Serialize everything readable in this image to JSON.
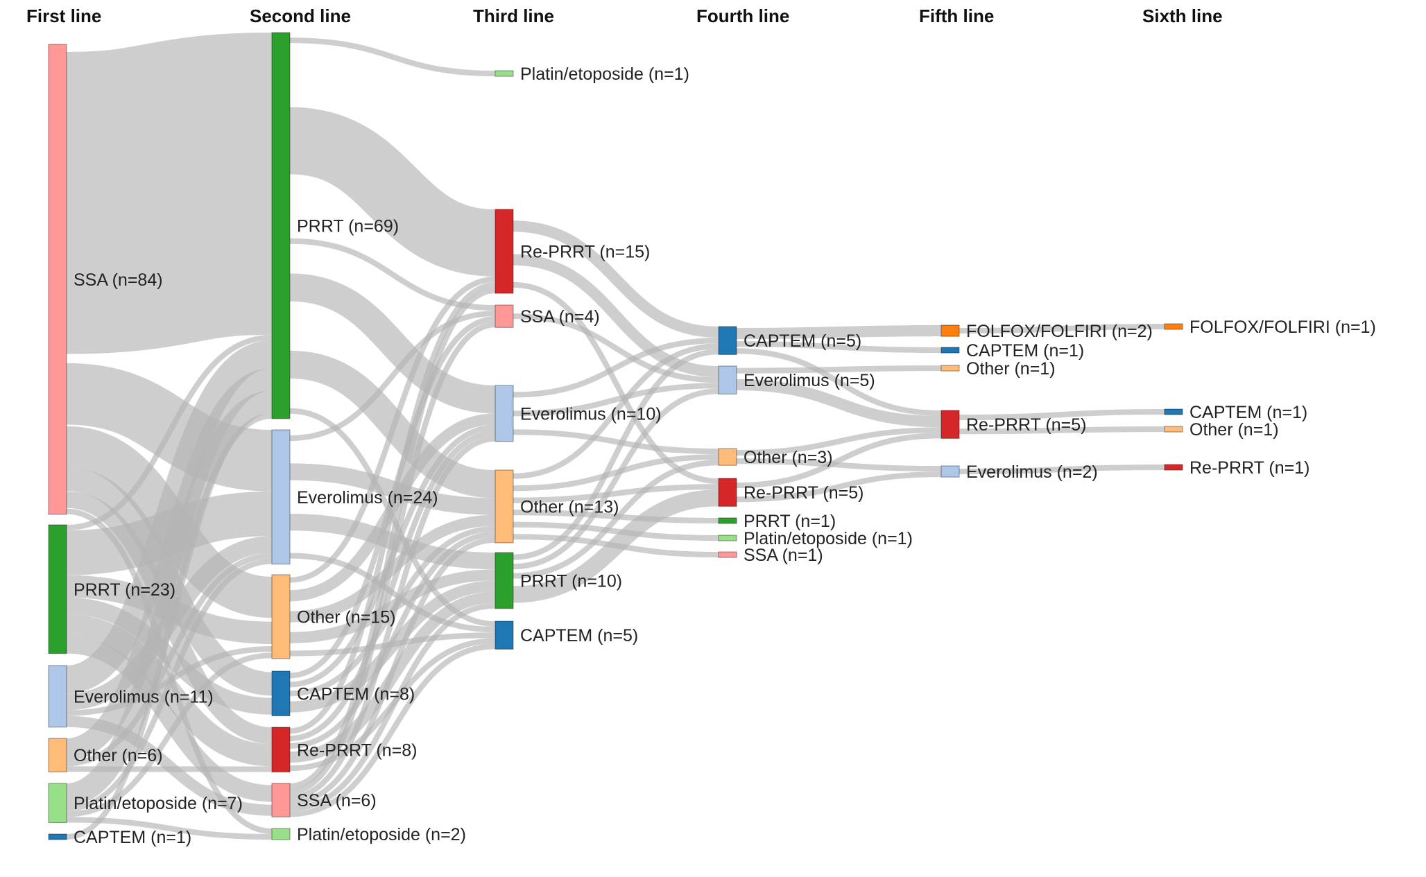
{
  "columns": [
    "First line",
    "Second line",
    "Third line",
    "Fourth line",
    "Fifth line",
    "Sixth line"
  ],
  "colors": {
    "SSA": "#ff9896",
    "PRRT": "#2ca02c",
    "Everolimus": "#aec7e8",
    "Other": "#ffbb78",
    "Platin/etoposide": "#98df8a",
    "CAPTEM": "#1f77b4",
    "Re-PRRT": "#d62728",
    "FOLFOX/FOLFIRI": "#ff7f0e"
  },
  "chart_data": {
    "type": "sankey",
    "nodes": [
      {
        "id": "L1_SSA",
        "col": 0,
        "name": "SSA",
        "label": "SSA (n=84)",
        "value": 84
      },
      {
        "id": "L1_PRRT",
        "col": 0,
        "name": "PRRT",
        "label": "PRRT (n=23)",
        "value": 23
      },
      {
        "id": "L1_EVE",
        "col": 0,
        "name": "Everolimus",
        "label": "Everolimus (n=11)",
        "value": 11
      },
      {
        "id": "L1_OTH",
        "col": 0,
        "name": "Other",
        "label": "Other (n=6)",
        "value": 6
      },
      {
        "id": "L1_PLA",
        "col": 0,
        "name": "Platin/etoposide",
        "label": "Platin/etoposide (n=7)",
        "value": 7
      },
      {
        "id": "L1_CAP",
        "col": 0,
        "name": "CAPTEM",
        "label": "CAPTEM (n=1)",
        "value": 1
      },
      {
        "id": "L2_PRRT",
        "col": 1,
        "name": "PRRT",
        "label": "PRRT (n=69)",
        "value": 69
      },
      {
        "id": "L2_EVE",
        "col": 1,
        "name": "Everolimus",
        "label": "Everolimus (n=24)",
        "value": 24
      },
      {
        "id": "L2_OTH",
        "col": 1,
        "name": "Other",
        "label": "Other (n=15)",
        "value": 15
      },
      {
        "id": "L2_CAP",
        "col": 1,
        "name": "CAPTEM",
        "label": "CAPTEM (n=8)",
        "value": 8
      },
      {
        "id": "L2_RE",
        "col": 1,
        "name": "Re-PRRT",
        "label": "Re-PRRT (n=8)",
        "value": 8
      },
      {
        "id": "L2_SSA",
        "col": 1,
        "name": "SSA",
        "label": "SSA (n=6)",
        "value": 6
      },
      {
        "id": "L2_PLA",
        "col": 1,
        "name": "Platin/etoposide",
        "label": "Platin/etoposide (n=2)",
        "value": 2
      },
      {
        "id": "L3_PLA",
        "col": 2,
        "name": "Platin/etoposide",
        "label": "Platin/etoposide (n=1)",
        "value": 1
      },
      {
        "id": "L3_RE",
        "col": 2,
        "name": "Re-PRRT",
        "label": "Re-PRRT (n=15)",
        "value": 15
      },
      {
        "id": "L3_SSA",
        "col": 2,
        "name": "SSA",
        "label": "SSA (n=4)",
        "value": 4
      },
      {
        "id": "L3_EVE",
        "col": 2,
        "name": "Everolimus",
        "label": "Everolimus (n=10)",
        "value": 10
      },
      {
        "id": "L3_OTH",
        "col": 2,
        "name": "Other",
        "label": "Other (n=13)",
        "value": 13
      },
      {
        "id": "L3_PRRT",
        "col": 2,
        "name": "PRRT",
        "label": "PRRT (n=10)",
        "value": 10
      },
      {
        "id": "L3_CAP",
        "col": 2,
        "name": "CAPTEM",
        "label": "CAPTEM (n=5)",
        "value": 5
      },
      {
        "id": "L4_CAP",
        "col": 3,
        "name": "CAPTEM",
        "label": "CAPTEM (n=5)",
        "value": 5
      },
      {
        "id": "L4_EVE",
        "col": 3,
        "name": "Everolimus",
        "label": "Everolimus (n=5)",
        "value": 5
      },
      {
        "id": "L4_OTH",
        "col": 3,
        "name": "Other",
        "label": "Other (n=3)",
        "value": 3
      },
      {
        "id": "L4_RE",
        "col": 3,
        "name": "Re-PRRT",
        "label": "Re-PRRT (n=5)",
        "value": 5
      },
      {
        "id": "L4_PRRT",
        "col": 3,
        "name": "PRRT",
        "label": "PRRT (n=1)",
        "value": 1
      },
      {
        "id": "L4_PLA",
        "col": 3,
        "name": "Platin/etoposide",
        "label": "Platin/etoposide (n=1)",
        "value": 1
      },
      {
        "id": "L4_SSA",
        "col": 3,
        "name": "SSA",
        "label": "SSA (n=1)",
        "value": 1
      },
      {
        "id": "L5_FOL",
        "col": 4,
        "name": "FOLFOX/FOLFIRI",
        "label": "FOLFOX/FOLFIRI (n=2)",
        "value": 2
      },
      {
        "id": "L5_CAP",
        "col": 4,
        "name": "CAPTEM",
        "label": "CAPTEM (n=1)",
        "value": 1
      },
      {
        "id": "L5_OTH",
        "col": 4,
        "name": "Other",
        "label": "Other (n=1)",
        "value": 1
      },
      {
        "id": "L5_RE",
        "col": 4,
        "name": "Re-PRRT",
        "label": "Re-PRRT (n=5)",
        "value": 5
      },
      {
        "id": "L5_EVE",
        "col": 4,
        "name": "Everolimus",
        "label": "Everolimus (n=2)",
        "value": 2
      },
      {
        "id": "L6_FOL",
        "col": 5,
        "name": "FOLFOX/FOLFIRI",
        "label": "FOLFOX/FOLFIRI (n=1)",
        "value": 1
      },
      {
        "id": "L6_CAP",
        "col": 5,
        "name": "CAPTEM",
        "label": "CAPTEM (n=1)",
        "value": 1
      },
      {
        "id": "L6_OTH",
        "col": 5,
        "name": "Other",
        "label": "Other (n=1)",
        "value": 1
      },
      {
        "id": "L6_RE",
        "col": 5,
        "name": "Re-PRRT",
        "label": "Re-PRRT (n=1)",
        "value": 1
      }
    ],
    "links": [
      [
        "L1_SSA",
        "L2_PRRT",
        54
      ],
      [
        "L1_SSA",
        "L2_EVE",
        11
      ],
      [
        "L1_SSA",
        "L2_OTH",
        7
      ],
      [
        "L1_SSA",
        "L2_CAP",
        4
      ],
      [
        "L1_SSA",
        "L2_RE",
        3
      ],
      [
        "L1_SSA",
        "L2_PLA",
        1
      ],
      [
        "L1_PRRT",
        "L2_PRRT",
        1
      ],
      [
        "L1_PRRT",
        "L2_EVE",
        8
      ],
      [
        "L1_PRRT",
        "L2_OTH",
        4
      ],
      [
        "L1_PRRT",
        "L2_CAP",
        3
      ],
      [
        "L1_PRRT",
        "L2_RE",
        4
      ],
      [
        "L1_PRRT",
        "L2_SSA",
        3
      ],
      [
        "L1_EVE",
        "L2_PRRT",
        5
      ],
      [
        "L1_EVE",
        "L2_EVE",
        3
      ],
      [
        "L1_EVE",
        "L2_OTH",
        1
      ],
      [
        "L1_EVE",
        "L2_SSA",
        2
      ],
      [
        "L1_OTH",
        "L2_PRRT",
        4
      ],
      [
        "L1_OTH",
        "L2_EVE",
        1
      ],
      [
        "L1_OTH",
        "L2_RE",
        1
      ],
      [
        "L1_PLA",
        "L2_PRRT",
        4
      ],
      [
        "L1_PLA",
        "L2_EVE",
        1
      ],
      [
        "L1_PLA",
        "L2_OTH",
        1
      ],
      [
        "L1_PLA",
        "L2_PLA",
        1
      ],
      [
        "L1_CAP",
        "L2_PRRT",
        1
      ],
      [
        "L2_PRRT",
        "L3_PLA",
        1
      ],
      [
        "L2_PRRT",
        "L3_RE",
        12
      ],
      [
        "L2_PRRT",
        "L3_SSA",
        1
      ],
      [
        "L2_PRRT",
        "L3_EVE",
        5
      ],
      [
        "L2_PRRT",
        "L3_OTH",
        5
      ],
      [
        "L2_PRRT",
        "L3_CAP",
        1
      ],
      [
        "L2_EVE",
        "L3_SSA",
        1
      ],
      [
        "L2_EVE",
        "L3_OTH",
        3
      ],
      [
        "L2_EVE",
        "L3_PRRT",
        3
      ],
      [
        "L2_EVE",
        "L3_CAP",
        1
      ],
      [
        "L2_OTH",
        "L3_RE",
        1
      ],
      [
        "L2_OTH",
        "L3_EVE",
        2
      ],
      [
        "L2_OTH",
        "L3_OTH",
        2
      ],
      [
        "L2_OTH",
        "L3_PRRT",
        2
      ],
      [
        "L2_OTH",
        "L3_CAP",
        1
      ],
      [
        "L2_CAP",
        "L3_SSA",
        1
      ],
      [
        "L2_CAP",
        "L3_EVE",
        1
      ],
      [
        "L2_CAP",
        "L3_OTH",
        1
      ],
      [
        "L2_CAP",
        "L3_PRRT",
        2
      ],
      [
        "L2_RE",
        "L3_RE",
        1
      ],
      [
        "L2_RE",
        "L3_EVE",
        1
      ],
      [
        "L2_RE",
        "L3_OTH",
        1
      ],
      [
        "L2_RE",
        "L3_PRRT",
        2
      ],
      [
        "L2_RE",
        "L3_CAP",
        1
      ],
      [
        "L2_SSA",
        "L3_RE",
        1
      ],
      [
        "L2_SSA",
        "L3_SSA",
        1
      ],
      [
        "L2_SSA",
        "L3_EVE",
        1
      ],
      [
        "L2_SSA",
        "L3_OTH",
        1
      ],
      [
        "L2_SSA",
        "L3_PRRT",
        1
      ],
      [
        "L2_SSA",
        "L3_CAP",
        1
      ],
      [
        "L3_RE",
        "L4_CAP",
        2
      ],
      [
        "L3_RE",
        "L4_EVE",
        2
      ],
      [
        "L3_RE",
        "L4_RE",
        1
      ],
      [
        "L3_SSA",
        "L4_EVE",
        1
      ],
      [
        "L3_EVE",
        "L4_CAP",
        1
      ],
      [
        "L3_EVE",
        "L4_EVE",
        1
      ],
      [
        "L3_EVE",
        "L4_OTH",
        1
      ],
      [
        "L3_OTH",
        "L4_CAP",
        1
      ],
      [
        "L3_OTH",
        "L4_OTH",
        1
      ],
      [
        "L3_OTH",
        "L4_RE",
        1
      ],
      [
        "L3_OTH",
        "L4_PRRT",
        1
      ],
      [
        "L3_OTH",
        "L4_PLA",
        1
      ],
      [
        "L3_OTH",
        "L4_SSA",
        1
      ],
      [
        "L3_PRRT",
        "L4_CAP",
        1
      ],
      [
        "L3_PRRT",
        "L4_EVE",
        1
      ],
      [
        "L3_PRRT",
        "L4_OTH",
        1
      ],
      [
        "L3_PRRT",
        "L4_RE",
        3
      ],
      [
        "L4_CAP",
        "L5_FOL",
        2
      ],
      [
        "L4_CAP",
        "L5_CAP",
        1
      ],
      [
        "L4_CAP",
        "L5_RE",
        1
      ],
      [
        "L4_EVE",
        "L5_OTH",
        1
      ],
      [
        "L4_EVE",
        "L5_RE",
        2
      ],
      [
        "L4_OTH",
        "L5_RE",
        1
      ],
      [
        "L4_OTH",
        "L5_EVE",
        1
      ],
      [
        "L4_RE",
        "L5_RE",
        1
      ],
      [
        "L4_RE",
        "L5_EVE",
        1
      ],
      [
        "L5_FOL",
        "L6_FOL",
        1
      ],
      [
        "L5_RE",
        "L6_CAP",
        1
      ],
      [
        "L5_RE",
        "L6_OTH",
        1
      ],
      [
        "L5_EVE",
        "L6_RE",
        1
      ]
    ]
  }
}
